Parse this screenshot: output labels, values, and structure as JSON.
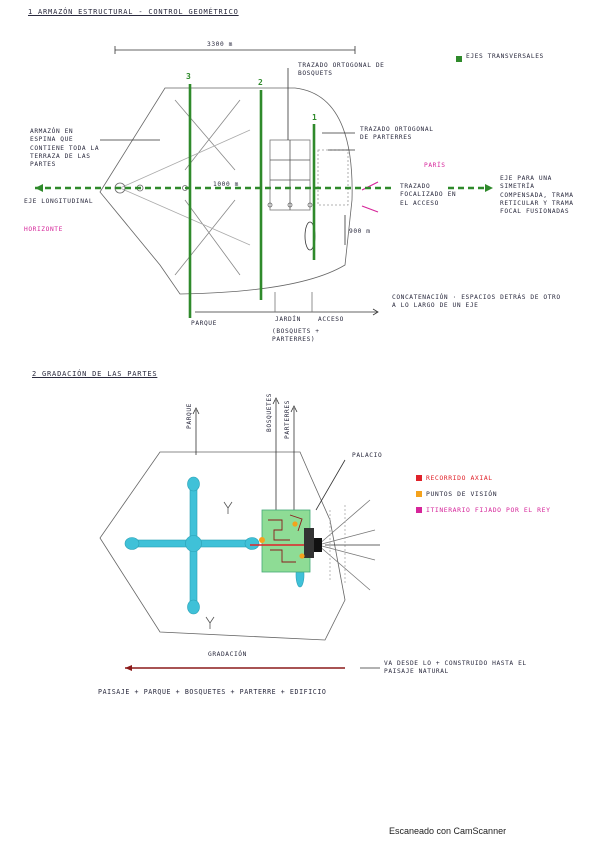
{
  "section1": {
    "title": "1 ARMAZÓN ESTRUCTURAL - CONTROL GEOMÉTRICO",
    "dim_top": "3300 m",
    "axis_numbers": [
      "3",
      "2",
      "1"
    ],
    "legend": "EJES TRANSVERSALES",
    "labels": {
      "trazado_bosquets": "TRAZADO ORTOGONAL DE BOSQUETS",
      "armazon": "ARMAZÓN EN ESPINA QUE CONTIENE TODA LA TERRAZA DE LAS PARTES",
      "eje_long": "EJE LONGITUDINAL",
      "horizonte": "HORIZONTE",
      "trazado_parterres": "TRAZADO ORTOGONAL DE PARTERRES",
      "paris": "PARÍS",
      "trazado_focalizado": "TRAZADO FOCALIZADO EN EL ACCESO",
      "eje_simetria": "EJE PARA UNA SIMETRÍA COMPENSADA, TRAMA RETICULAR Y TRAMA FOCAL FUSIONADAS",
      "dim_1000": "1000 m",
      "dim_900": "900 m",
      "parque": "PARQUE",
      "jardin": "JARDÍN",
      "acceso": "ACCESO",
      "bosquetes_parterres": "(BOSQUETS + PARTERRES)",
      "concatenacion": "CONCATENACIÓN · ESPACIOS DETRÁS DE OTRO A LO LARGO DE UN EJE"
    }
  },
  "section2": {
    "title": "2 GRADACIÓN DE LAS PARTES",
    "vertical_labels": [
      "PARQUE",
      "BOSQUETES",
      "PARTERRES"
    ],
    "palacio": "PALACIO",
    "legend": [
      {
        "label": "RECORRIDO AXIAL",
        "color": "#e0222a"
      },
      {
        "label": "PUNTOS DE VISIÓN",
        "color": "#f4a21c"
      },
      {
        "label": "ITINERARIO FIJADO POR EL REY",
        "color": "#d6259a"
      }
    ],
    "gradacion": "GRADACIÓN",
    "va_desde": "VA DESDE LO + CONSTRUIDO HASTA EL PAISAJE NATURAL",
    "sequence": "PAISAJE + PARQUE + BOSQUETES + PARTERRE + EDIFICIO"
  },
  "colors": {
    "ink": "#2a2a3e",
    "green_axis": "#2f8a2b",
    "water": "#3fc1d8",
    "garden_fill": "#8edc95",
    "red": "#e0222a",
    "dark_red": "#8b1a1a",
    "magenta": "#d6259a",
    "orange": "#f4a21c"
  },
  "footer": "Escaneado con CamScanner"
}
